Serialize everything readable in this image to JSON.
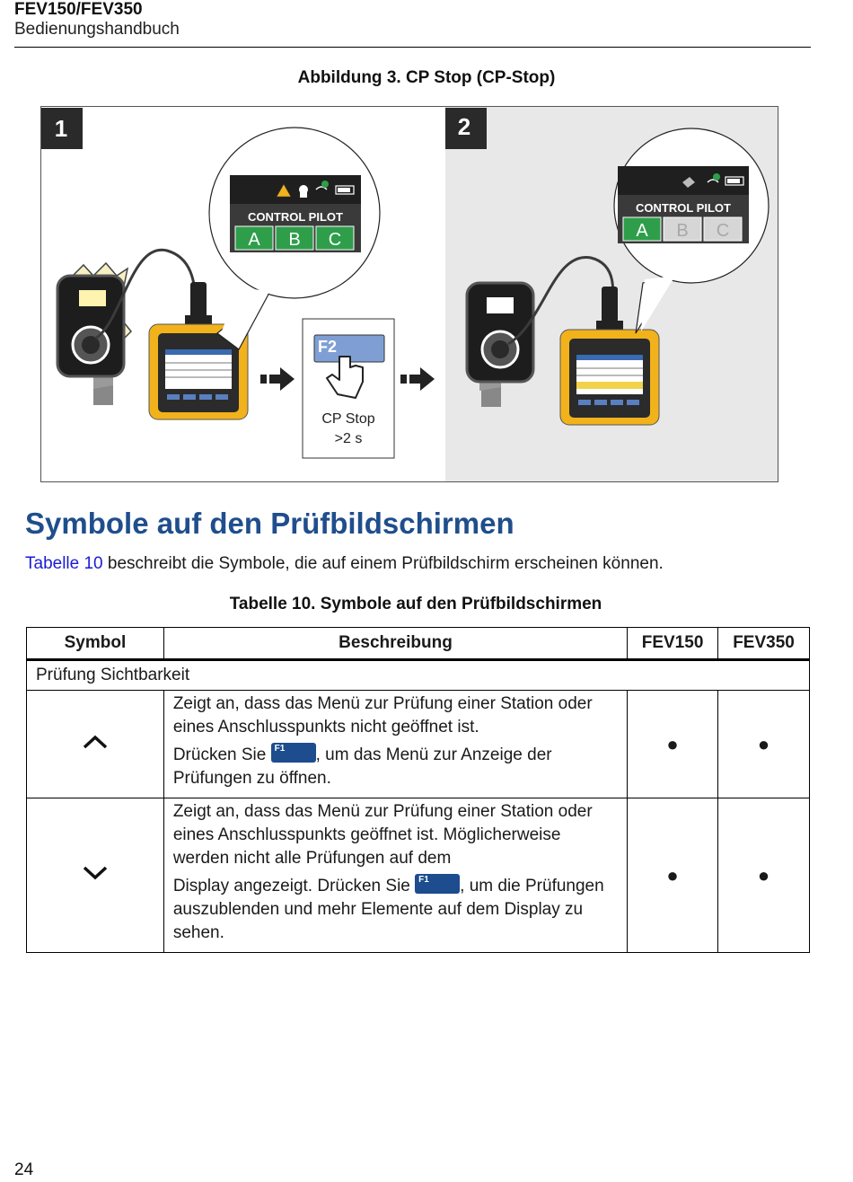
{
  "header": {
    "model": "FEV150/FEV350",
    "subtitle": "Bedienungshandbuch"
  },
  "figure": {
    "caption": "Abbildung 3. CP Stop (CP-Stop)",
    "step1_label": "1",
    "step2_label": "2",
    "control_pilot_label": "CONTROL PILOT",
    "step1_states": [
      "A",
      "B",
      "C"
    ],
    "step2_states": [
      "A",
      "B",
      "C"
    ],
    "key_label": "F2",
    "action_line1": "CP Stop",
    "action_line2": ">2 s",
    "colors": {
      "state_active": "#2e9e4a",
      "state_inactive": "#d6d6d6",
      "key": "#7f9fd4",
      "tester_yellow": "#f2b21b",
      "panel_gray": "#e8e8e8"
    }
  },
  "section": {
    "title": "Symbole auf den Prüfbildschirmen",
    "intro_link": "Tabelle 10",
    "intro_rest": " beschreibt die Symbole, die auf einem Prüfbildschirm erscheinen können."
  },
  "table": {
    "caption": "Tabelle 10. Symbole auf den Prüfbildschirmen",
    "headers": [
      "Symbol",
      "Beschreibung",
      "FEV150",
      "FEV350"
    ],
    "group": "Prüfung Sichtbarkeit",
    "rows": [
      {
        "symbol_icon": "chevron-up-icon",
        "desc1": "Zeigt an, dass das Menü zur Prüfung einer Station oder eines Anschlusspunkts nicht geöffnet ist.",
        "desc2_pre": "Drücken Sie ",
        "key": "F1",
        "desc2_post": ", um das Menü zur Anzeige der Prüfungen zu öffnen.",
        "fev150": "●",
        "fev350": "●"
      },
      {
        "symbol_icon": "chevron-down-icon",
        "desc1": "Zeigt an, dass das Menü zur Prüfung einer Station oder eines Anschlusspunkts geöffnet ist. Möglicherweise werden nicht alle Prüfungen auf dem",
        "desc2_pre": "Display angezeigt. Drücken Sie ",
        "key": "F1",
        "desc2_post": ", um die Prüfungen auszublenden und mehr Elemente auf dem Display zu sehen.",
        "fev150": "●",
        "fev350": "●"
      }
    ]
  },
  "footer": {
    "page_number": "24"
  }
}
